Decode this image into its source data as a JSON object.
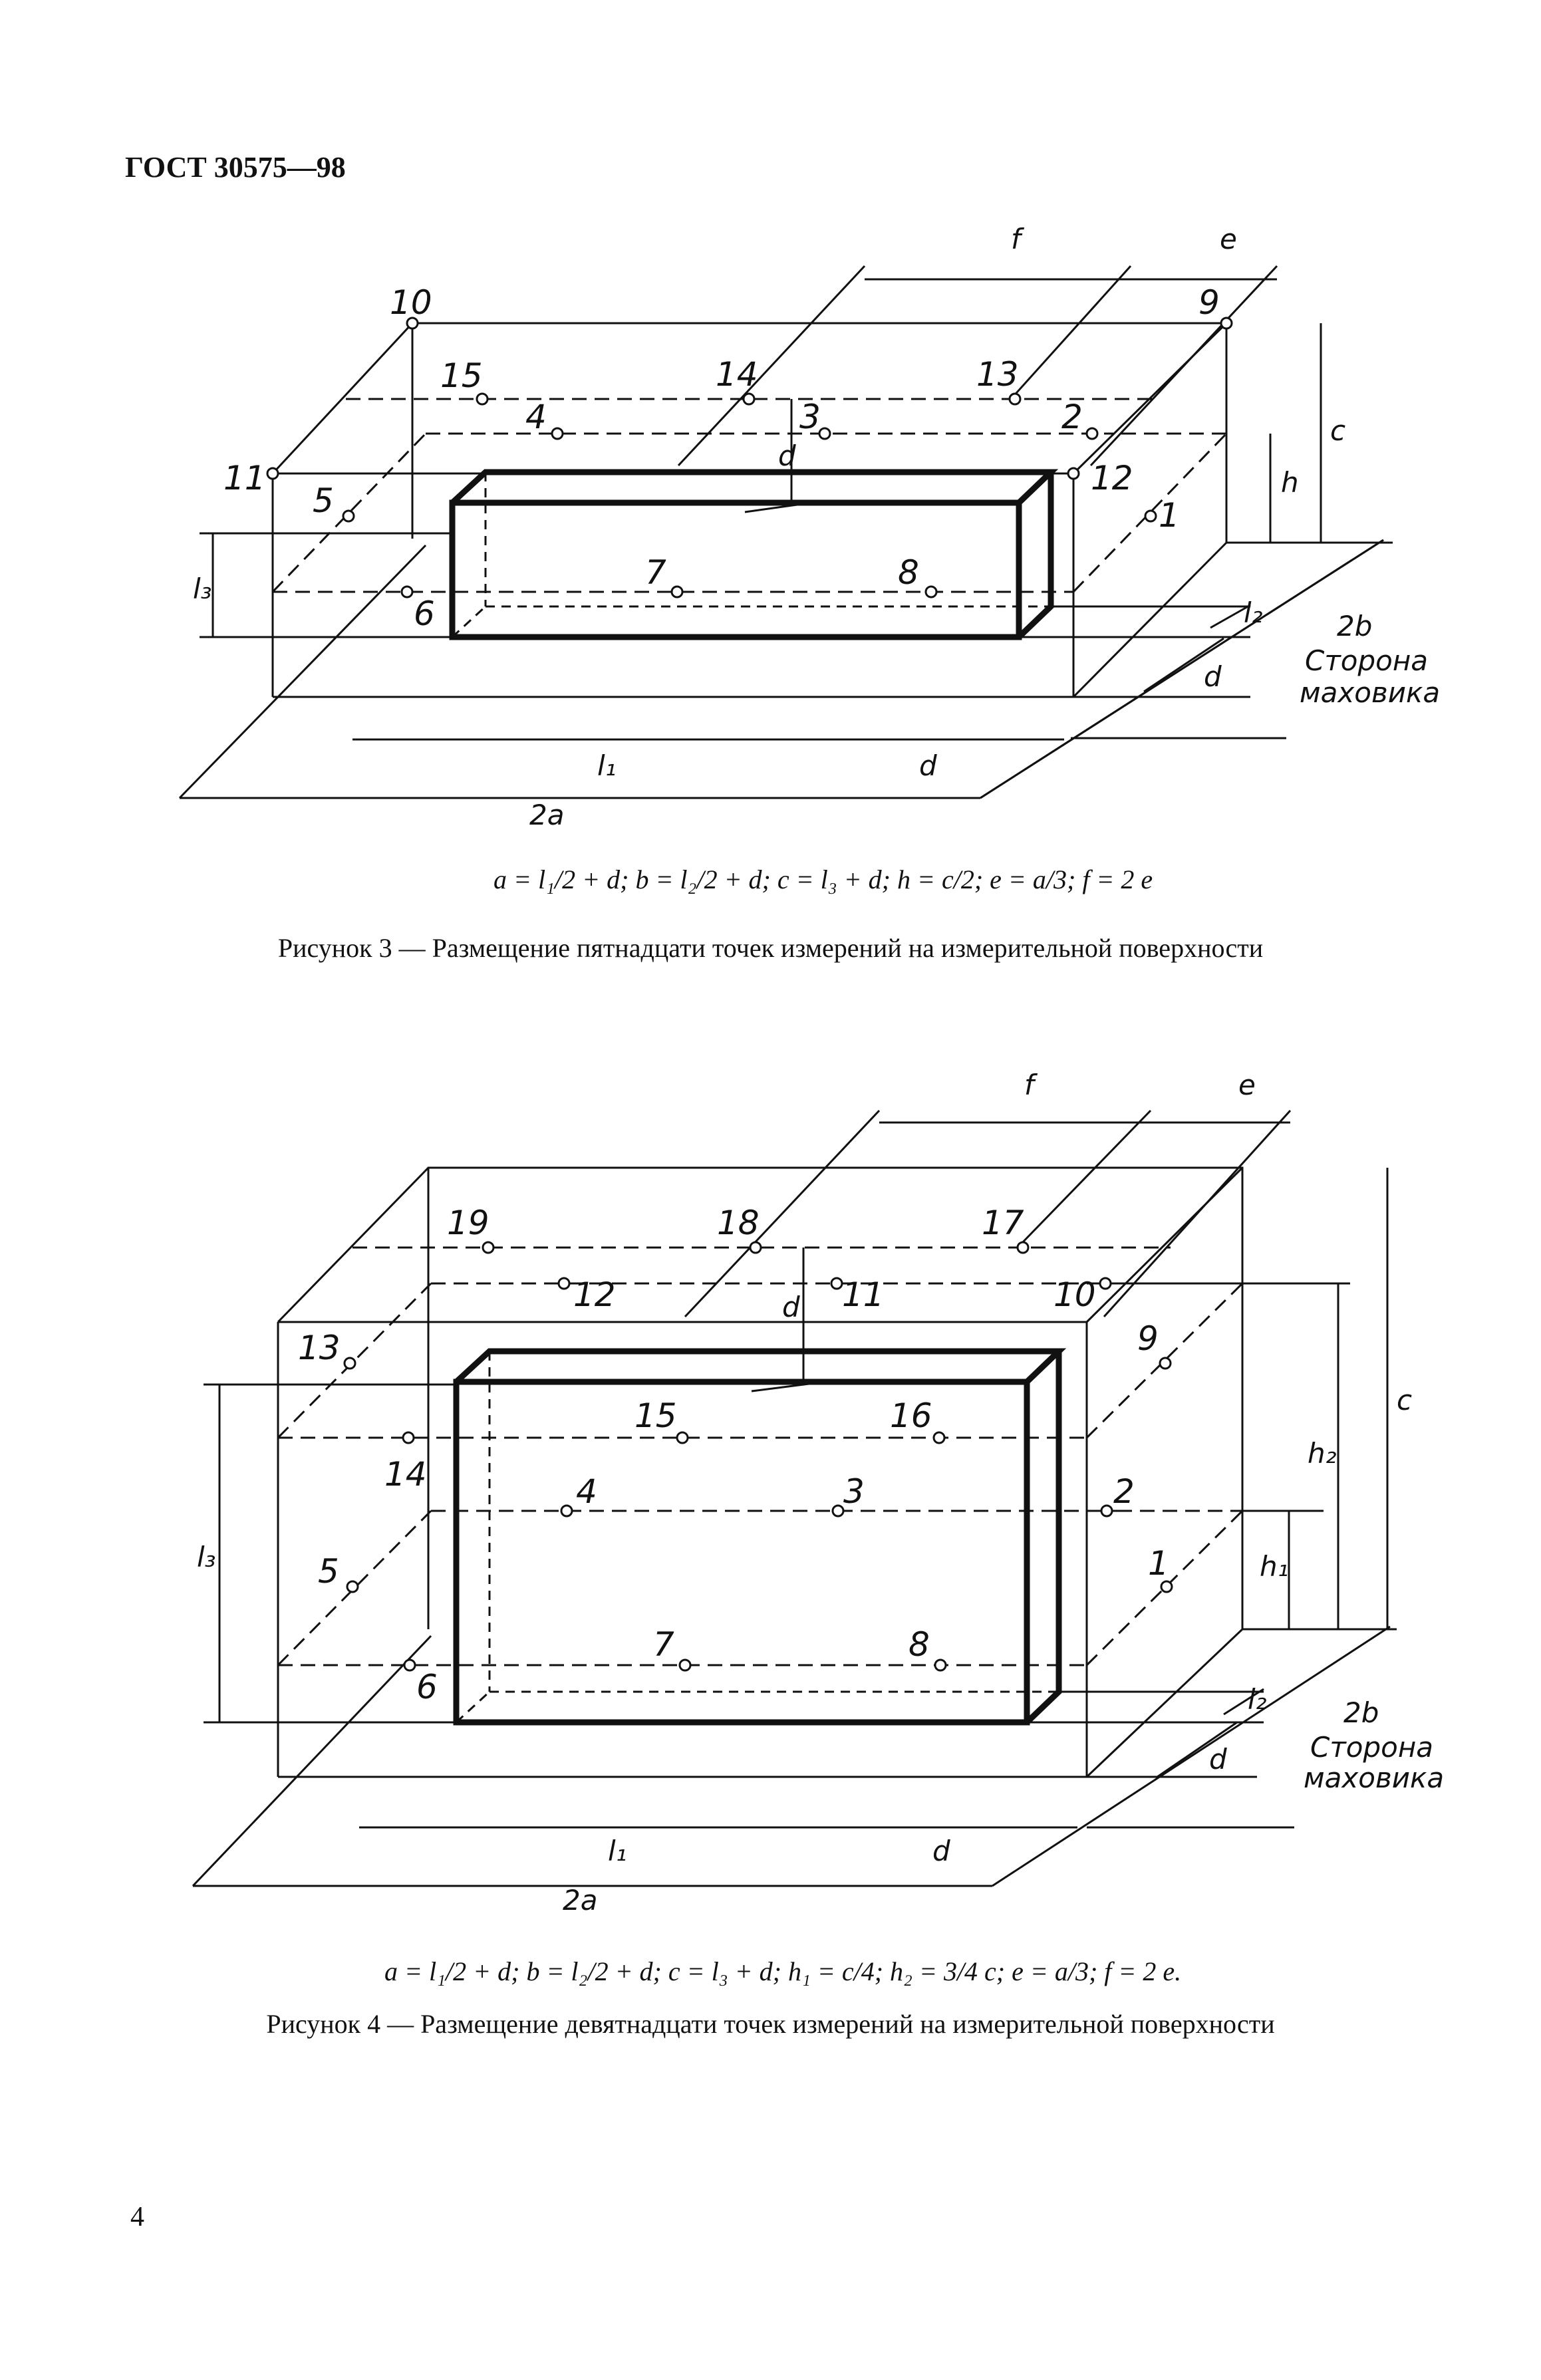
{
  "header": {
    "standard": "ГОСТ 30575—98"
  },
  "page_number": "4",
  "figure3": {
    "caption": "Рисунок 3 — Размещение пятнадцати точек измерений на измерительной поверхности",
    "formula": "a = l₁/2 + d;  b = l₂/2 + d;  c = l₃ + d;  h = c/2;  e = a/3;  f = 2 e",
    "dims": {
      "f": "f",
      "e": "e",
      "c": "c",
      "h": "h",
      "d": "d",
      "l3": "l₃",
      "l2": "l₂",
      "l1": "l₁",
      "d2": "d",
      "d3": "d",
      "a2": "2a",
      "b2": "2b"
    },
    "side_label_1": "Сторона",
    "side_label_2": "маховика",
    "points": {
      "p1": "1",
      "p2": "2",
      "p3": "3",
      "p4": "4",
      "p5": "5",
      "p6": "6",
      "p7": "7",
      "p8": "8",
      "p9": "9",
      "p10": "10",
      "p11": "11",
      "p12": "12",
      "p13": "13",
      "p14": "14",
      "p15": "15"
    }
  },
  "figure4": {
    "caption": "Рисунок 4 — Размещение девятнадцати точек измерений на измерительной поверхности",
    "formula": "a = l₁/2 + d;  b = l₂/2 + d;  c = l₃ + d;  h₁ = c/4;  h₂ = 3/4 c;  e = a/3;  f = 2 e.",
    "dims": {
      "f": "f",
      "e": "e",
      "c": "c",
      "h2": "h₂",
      "h1": "h₁",
      "d": "d",
      "l3": "l₃",
      "l2": "l₂",
      "l1": "l₁",
      "d2": "d",
      "d3": "d",
      "a2": "2a",
      "b2": "2b"
    },
    "side_label_1": "Сторона",
    "side_label_2": "маховика",
    "points": {
      "p1": "1",
      "p2": "2",
      "p3": "3",
      "p4": "4",
      "p5": "5",
      "p6": "6",
      "p7": "7",
      "p8": "8",
      "p9": "9",
      "p10": "10",
      "p11": "11",
      "p12": "12",
      "p13": "13",
      "p14": "14",
      "p15": "15",
      "p16": "16",
      "p17": "17",
      "p18": "18",
      "p19": "19"
    }
  }
}
